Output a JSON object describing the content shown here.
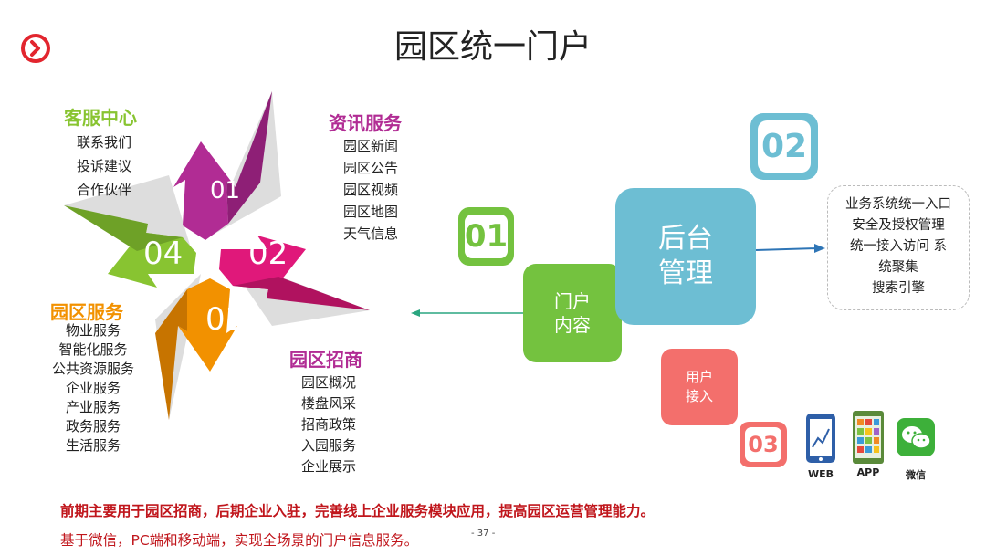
{
  "title": "园区统一门户",
  "colors": {
    "magenta": "#e0187a",
    "purple": "#b12c94",
    "green": "#88c431",
    "orange": "#f29100",
    "teal": "#6dbed3",
    "lime": "#74c23f",
    "salmon": "#f36f6c",
    "nav_red": "#e2252e"
  },
  "flower": {
    "petals": [
      "01",
      "02",
      "03",
      "04"
    ],
    "customer_service": {
      "title": "客服中心",
      "items": [
        "联系我们",
        "投诉建议",
        "合作伙伴"
      ]
    },
    "news_service": {
      "title": "资讯服务",
      "items": [
        "园区新闻",
        "园区公告",
        "园区视频",
        "园区地图",
        "天气信息"
      ]
    },
    "park_service": {
      "title": "园区服务",
      "items": [
        "物业服务",
        "智能化服务",
        "公共资源服务",
        "企业服务",
        "产业服务",
        "政务服务",
        "生活服务"
      ]
    },
    "investment": {
      "title": "园区招商",
      "items": [
        "园区概况",
        "楼盘风采",
        "招商政策",
        "入园服务",
        "企业展示"
      ]
    }
  },
  "diagram": {
    "portal": {
      "number": "01",
      "label_line1": "门户",
      "label_line2": "内容"
    },
    "backend": {
      "number": "02",
      "label_line1": "后台",
      "label_line2": "管理"
    },
    "user": {
      "number": "03",
      "label_line1": "用户",
      "label_line2": "接入"
    },
    "backend_items": [
      "业务系统统一入口",
      "安全及授权管理",
      "统一接入访问 系",
      "统聚集",
      "搜索引擎"
    ],
    "platforms": [
      {
        "label": "WEB",
        "icon": "phone-chart-icon"
      },
      {
        "label": "APP",
        "icon": "app-grid-icon"
      },
      {
        "label": "微信",
        "icon": "wechat-icon"
      }
    ]
  },
  "footer": {
    "line1": "前期主要用于园区招商，后期企业入驻，完善线上企业服务模块应用，提高园区运营管理能力。",
    "line2": "基于微信，PC端和移动端，实现全场景的门户信息服务。",
    "page_number": "- 37 -"
  }
}
